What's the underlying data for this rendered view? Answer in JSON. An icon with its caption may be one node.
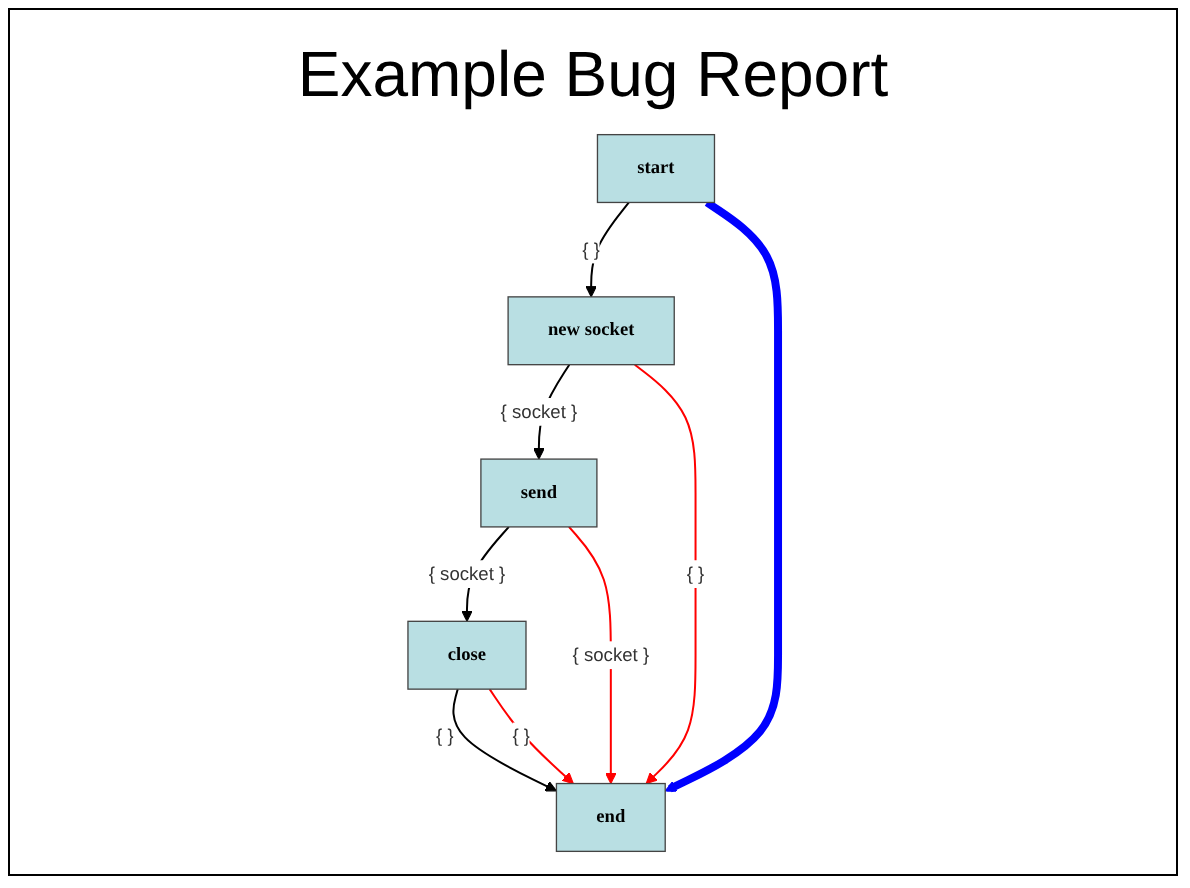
{
  "diagram": {
    "title": "Example Bug Report",
    "nodes": [
      {
        "text": [
          "new socket"
        ]
      },
      {
        "text": [
          "start"
        ]
      },
      {
        "text": [
          "send"
        ]
      },
      {
        "text": [
          "close"
        ]
      },
      {
        "text": [
          "end"
        ]
      }
    ],
    "edges": [
      {
        "from": 1,
        "to": 0,
        "arrow": "to",
        "label": "{ }"
      },
      {
        "from": 0,
        "to": 2,
        "arrow": "to",
        "label": "{ socket }"
      },
      {
        "from": 2,
        "to": 3,
        "arrow": "to",
        "label": "{ socket }"
      },
      {
        "from": 3,
        "to": 4,
        "arrow": "to",
        "label": "{ }"
      },
      {
        "from": 3,
        "to": 4,
        "arrow": "to",
        "label": "{ }",
        "color": "#ff0000"
      },
      {
        "from": 0,
        "to": 4,
        "arrow": "to",
        "label": "{ }",
        "color": "#ff0000"
      },
      {
        "from": 2,
        "to": 4,
        "arrow": "to",
        "label": "{ socket }",
        "color": "#ff0000"
      },
      {
        "from": 1,
        "to": 4,
        "arrow": "to",
        "style": "thick",
        "color": "#0000ff"
      }
    ]
  }
}
